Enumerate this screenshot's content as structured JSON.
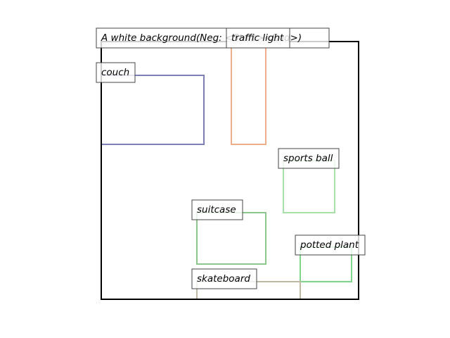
{
  "canvas_caption": "A white background(Neg: <Start><End>)",
  "frame_color": "#000000",
  "boxes": [
    {
      "id": "couch",
      "label": "couch",
      "color": "#7b7fb4"
    },
    {
      "id": "traffic-light",
      "label": "traffic light",
      "color": "#eeae8a"
    },
    {
      "id": "sports-ball",
      "label": "sports ball",
      "color": "#a9e2a9"
    },
    {
      "id": "suitcase",
      "label": "suitcase",
      "color": "#8cc88c"
    },
    {
      "id": "potted-plant",
      "label": "potted plant",
      "color": "#7dd68a"
    },
    {
      "id": "skateboard",
      "label": "skateboard",
      "color": "#bfb9a4"
    }
  ]
}
